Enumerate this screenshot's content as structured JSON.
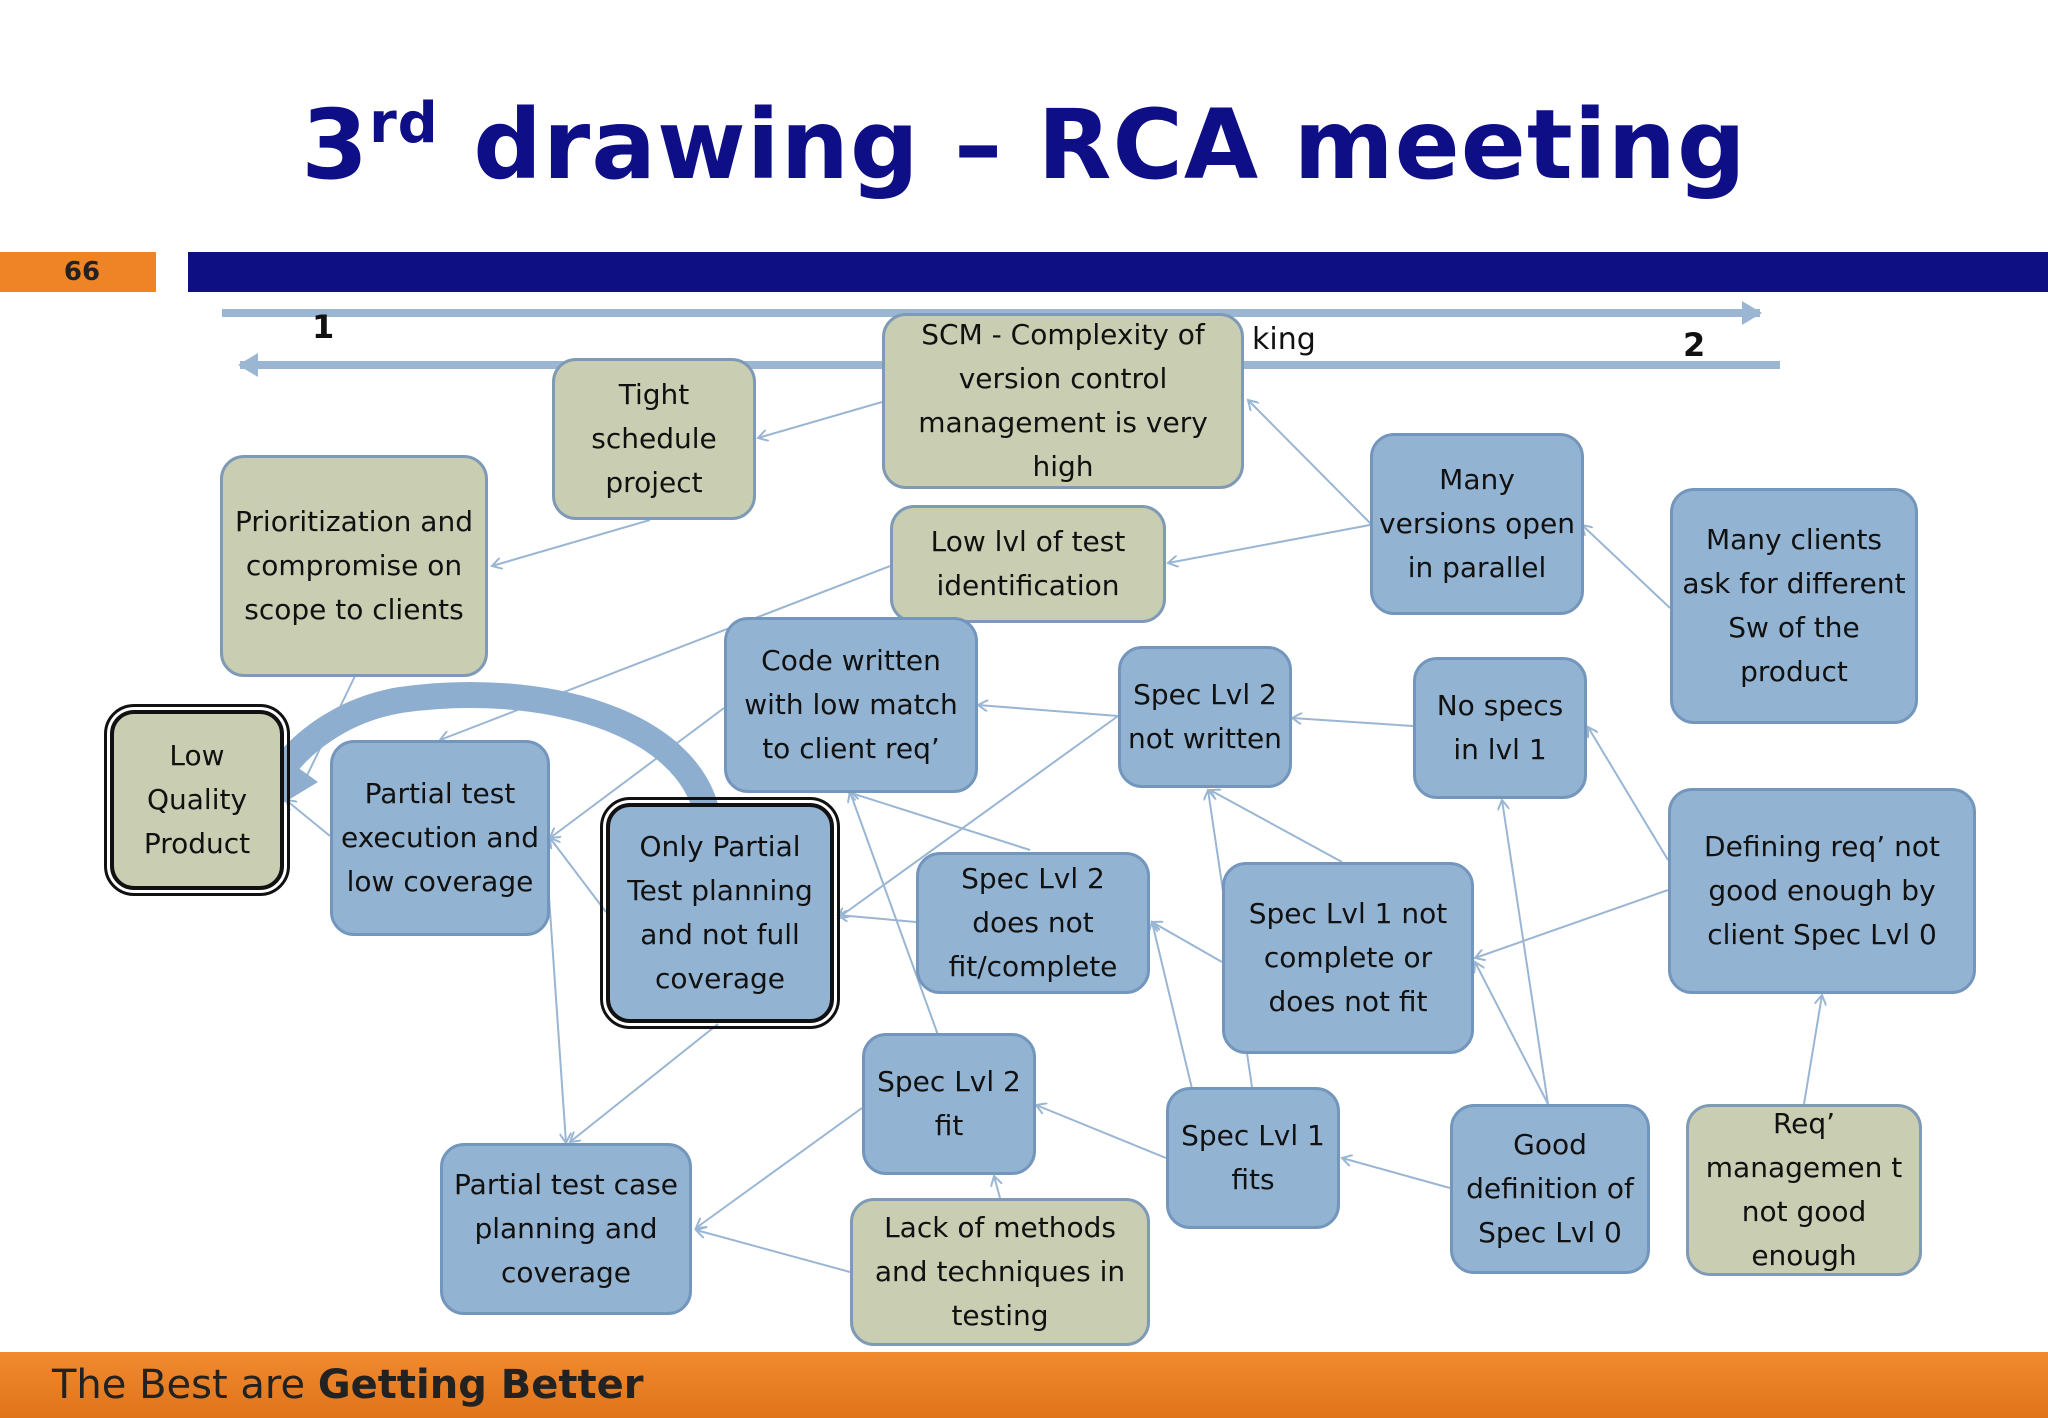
{
  "title": {
    "main": "3",
    "sup": "rd",
    "rest": " drawing – RCA meeting"
  },
  "slide_number": "66",
  "axis": {
    "left_label": "1",
    "right_label": "2",
    "caption": "king"
  },
  "nodes": {
    "scm": "SCM - Complexity of version control management  is very high",
    "tight": "Tight schedule project",
    "prior": "Prioritization and compromise on scope to clients",
    "lowlvl": "Low lvl of test identification",
    "manyver": "Many versions open in parallel",
    "manycli": "Many clients ask for different Sw of  the product",
    "code": "Code written with low match to client req’",
    "spec2nw": "Spec Lvl 2 not written",
    "nospecs": "No specs in lvl 1",
    "defreq": "Defining req’ not good enough by client Spec Lvl 0",
    "lowq": "Low Quality Product",
    "pte": "Partial test execution and low coverage",
    "only": "Only Partial Test planning and not full coverage",
    "spec2df": "Spec Lvl 2 does not fit/complete",
    "spec1nc": "Spec Lvl 1 not complete or does not fit",
    "spec2fit": "Spec Lvl 2 fit",
    "spec1fit": "Spec Lvl 1 fits",
    "gooddef": "Good definition of Spec Lvl 0",
    "reqman": "Req’ managemen t not good enough",
    "ptc": "Partial test case planning and coverage",
    "lack": "Lack of methods and techniques in testing"
  },
  "footer": {
    "plain": "The Best are ",
    "bold": "Getting Better"
  },
  "colors": {
    "title": "#0e0e87",
    "blue_box": "#93b3d2",
    "tan_box": "#c9cdb2",
    "accent": "#ef8427",
    "connector": "#9ab6d3"
  }
}
